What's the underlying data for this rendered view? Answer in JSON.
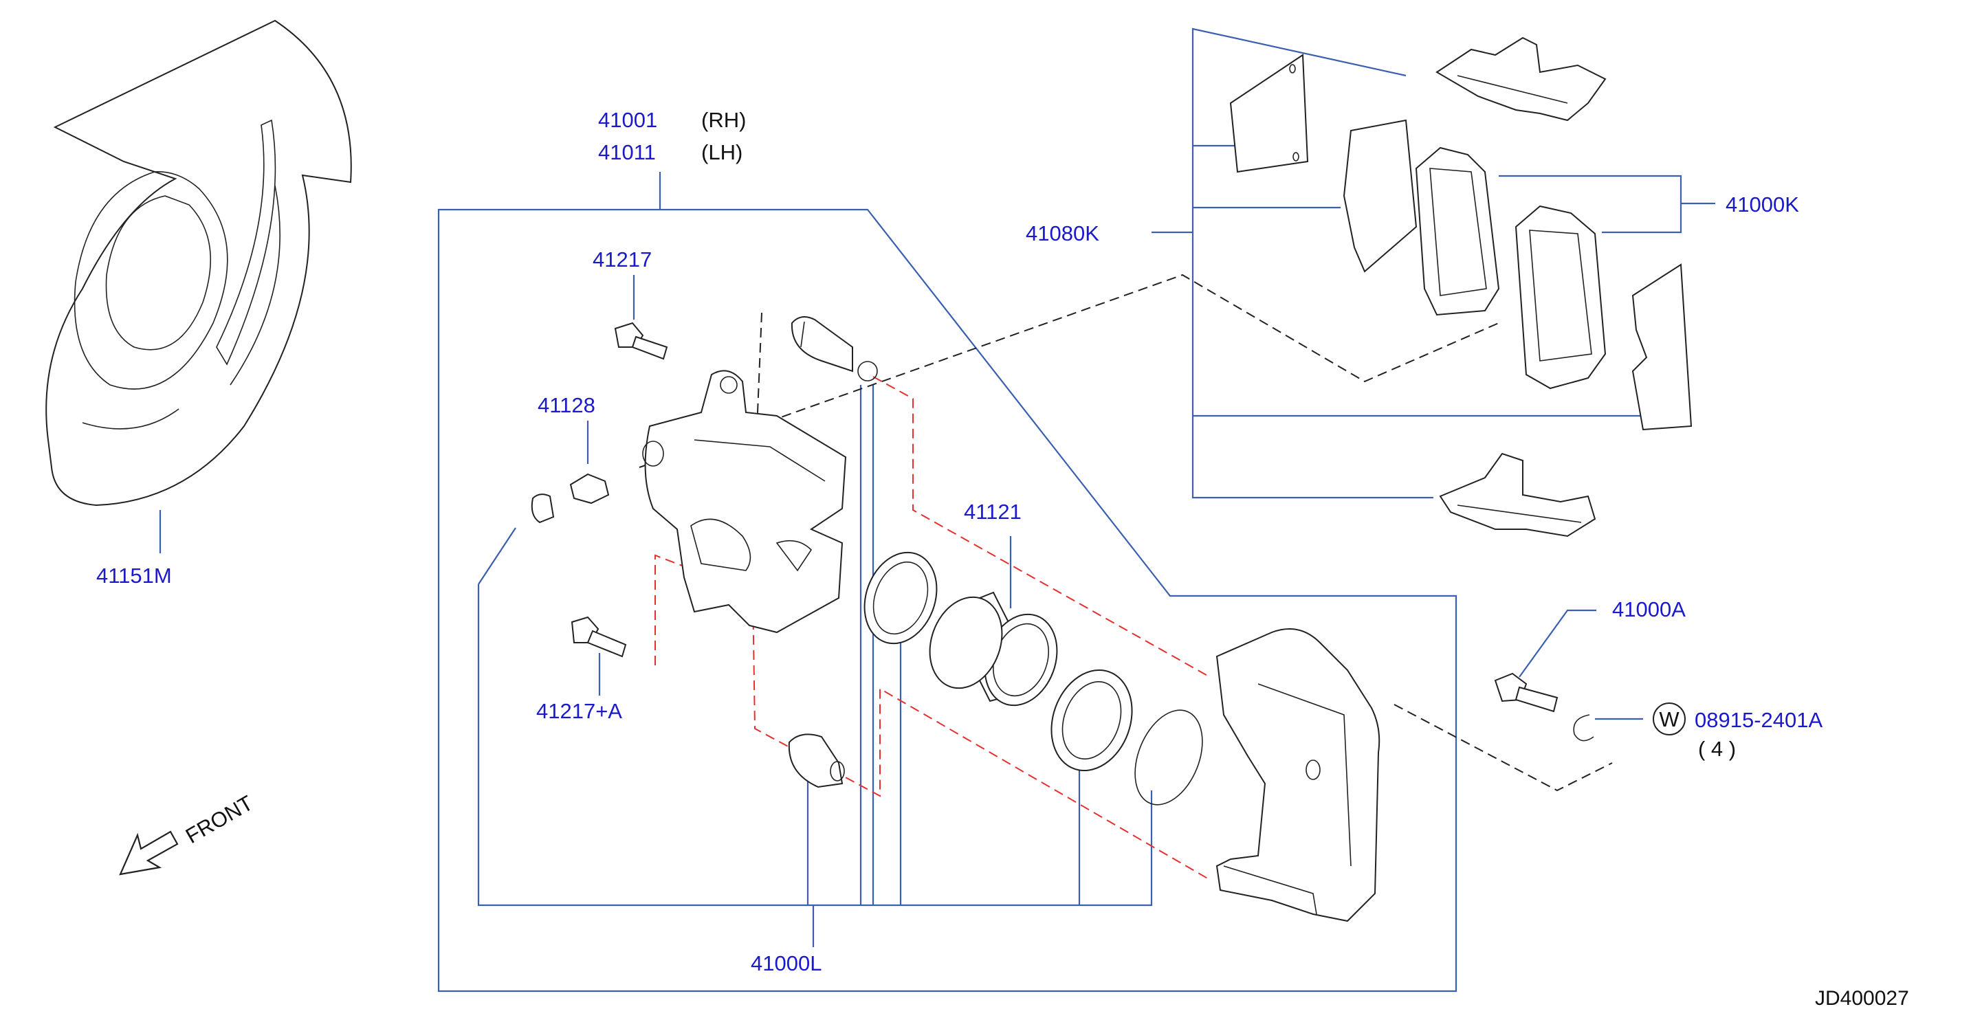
{
  "diagram": {
    "kind": "exploded parts diagram",
    "code": "JD400027",
    "colors": {
      "part_number": "#1a1acc",
      "leader_line": "#3a5fb0",
      "guide_red": "#e53030",
      "outline": "#222222"
    },
    "part_numbers": {
      "caliper_rh": "41001",
      "caliper_lh": "41011",
      "bolt_top": "41217",
      "bleeder": "41128",
      "dust_shield": "41151M",
      "bolt_bottom": "41217+A",
      "piston": "41121",
      "seal_kit": "41000L",
      "pad_hardware": "41080K",
      "pad_kit": "41000K",
      "bracket_bolt": "41000A",
      "washer": "08915-2401A"
    },
    "side_labels": {
      "rh": "(RH)",
      "lh": "(LH)"
    },
    "washer_symbol": "W",
    "washer_qty": "( 4 )",
    "front_label": "FRONT"
  }
}
